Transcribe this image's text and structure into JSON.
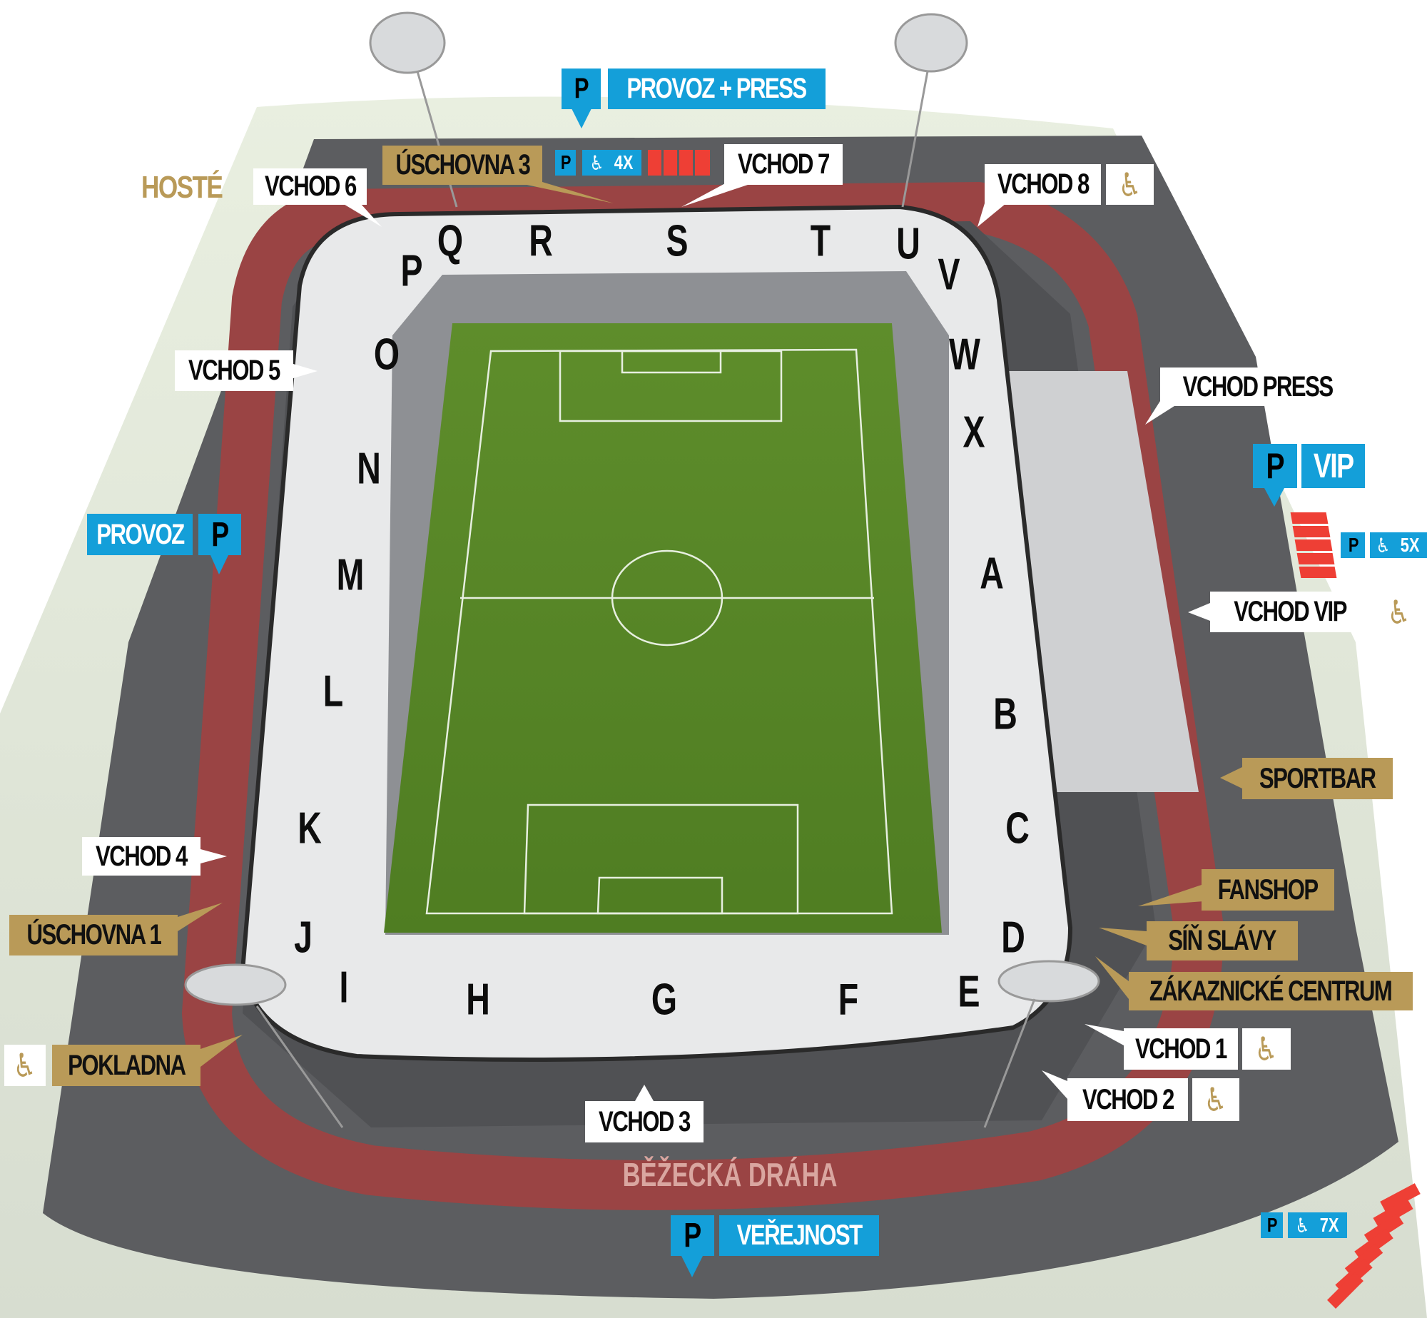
{
  "labels": {
    "provoz_press": "PROVOZ + PRESS",
    "p": "P",
    "uschovna3": "ÚSCHOVNA 3",
    "parking_4x": "4X",
    "vchod7": "VCHOD 7",
    "hoste": "HOSTÉ",
    "vchod6": "VCHOD 6",
    "vchod8": "VCHOD 8",
    "vchod5": "VCHOD 5",
    "vchod_press": "VCHOD PRESS",
    "vip": "VIP",
    "provoz": "PROVOZ",
    "parking_5x": "5X",
    "vchod_vip": "VCHOD VIP",
    "sportbar": "SPORTBAR",
    "vchod4": "VCHOD 4",
    "fanshop": "FANSHOP",
    "uschovna1": "ÚSCHOVNA 1",
    "sin_slavy": "SÍŇ SLÁVY",
    "zakaznicke_centrum": "ZÁKAZNICKÉ CENTRUM",
    "vchod1": "VCHOD 1",
    "pokladna": "POKLADNA",
    "vchod2": "VCHOD 2",
    "vchod3": "VCHOD 3",
    "bezecka_draha": "BĚŽECKÁ DRÁHA",
    "verejnost": "VEŘEJNOST",
    "parking_7x": "7X",
    "wheelchair": "♿"
  },
  "sections": [
    "P",
    "Q",
    "R",
    "S",
    "T",
    "U",
    "V",
    "W",
    "X",
    "A",
    "B",
    "C",
    "D",
    "E",
    "F",
    "G",
    "H",
    "I",
    "J",
    "K",
    "L",
    "M",
    "N",
    "O"
  ],
  "colors": {
    "blue": "#149fd9",
    "gold": "#b99a58",
    "red": "#ee3f35",
    "track": "#9a4444",
    "pitch": "#5f8f2a"
  }
}
